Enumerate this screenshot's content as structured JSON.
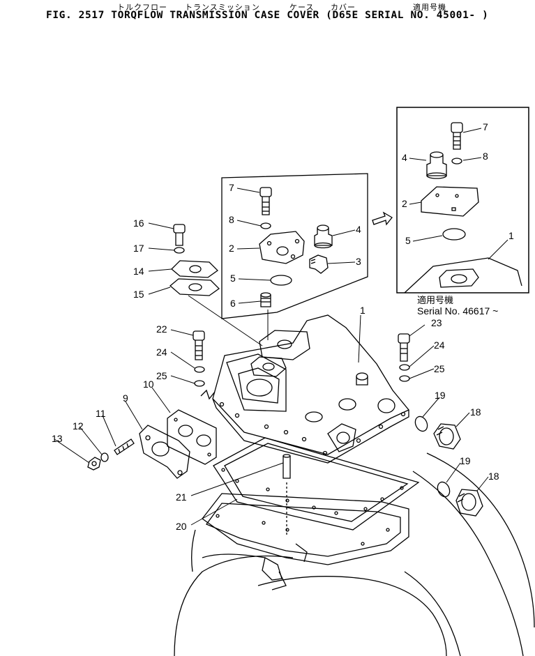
{
  "header": {
    "jp_part_name_1": "トルクフロー",
    "jp_part_name_2": "トランスミッション",
    "jp_part_name_3": "ケース",
    "jp_part_name_4": "カバー",
    "jp_applicable_serial": "適用号機",
    "title": "FIG. 2517  TORQFLOW TRANSMISSION CASE COVER (D65E SERIAL NO. 45001- )"
  },
  "inset": {
    "jp_applicable_serial": "適用号機",
    "serial_text": "Serial No. 46617 ~"
  },
  "callouts": {
    "c1": "1",
    "c2": "2",
    "c3": "3",
    "c4": "4",
    "c5": "5",
    "c6": "6",
    "c7": "7",
    "c8": "8",
    "c9": "9",
    "c10": "10",
    "c11": "11",
    "c12": "12",
    "c13": "13",
    "c14": "14",
    "c15": "15",
    "c16": "16",
    "c17": "17",
    "c18": "18",
    "c19": "19",
    "c20": "20",
    "c21": "21",
    "c22": "22",
    "c23": "23",
    "c24": "24",
    "c25": "25"
  }
}
